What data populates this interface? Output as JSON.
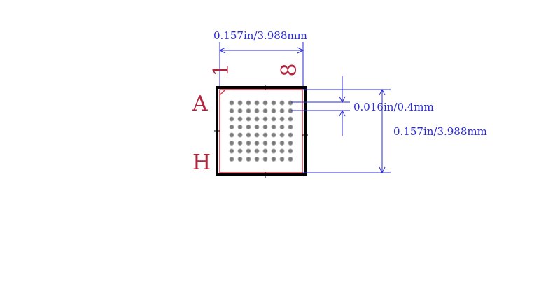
{
  "dimensions": {
    "width_label": "0.157in/3.988mm",
    "height_label": "0.157in/3.988mm",
    "pitch_label": "0.016in/0.4mm"
  },
  "labels": {
    "col_first": "1",
    "col_last": "8",
    "row_first": "A",
    "row_last": "H"
  },
  "grid": {
    "rows": 8,
    "cols": 8
  },
  "colors": {
    "dimension": "#2a2ad8",
    "label": "#b0243c",
    "outline": "#000000",
    "silkscreen": "#d83a4a",
    "ball": "#7c7c7c"
  }
}
